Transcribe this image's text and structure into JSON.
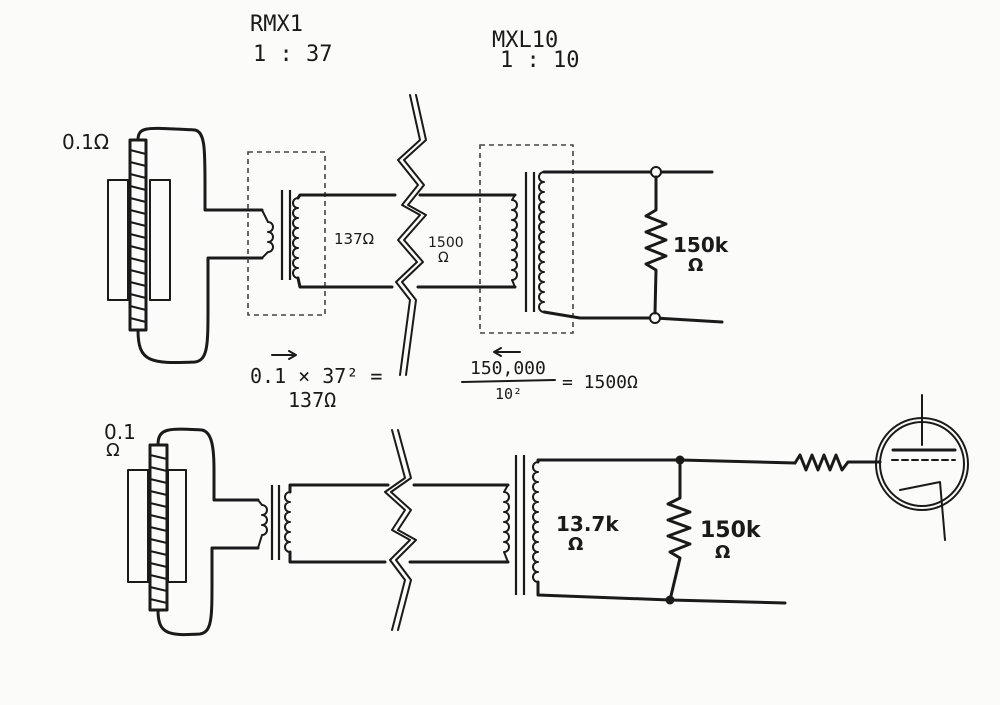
{
  "header": {
    "left_model": "RMX1",
    "left_ratio": "1 : 37",
    "right_model": "MXL10",
    "right_ratio": "1 : 10"
  },
  "top_circuit": {
    "ribbon_resistance": "0.1Ω",
    "primary_impedance": "137Ω",
    "secondary_impedance_value": "1500",
    "secondary_impedance_unit": "Ω",
    "load_value": "150k",
    "load_unit": "Ω",
    "formula_left_line1": "0.1 × 37² =",
    "formula_left_line2": "137Ω",
    "formula_right_numerator": "150,000",
    "formula_right_denominator": "10²",
    "formula_right_result": "= 1500Ω"
  },
  "bottom_circuit": {
    "ribbon_resistance_value": "0.1",
    "ribbon_resistance_unit": "Ω",
    "reflected_value": "13.7k",
    "reflected_unit": "Ω",
    "load_value": "150k",
    "load_unit": "Ω"
  },
  "colors": {
    "ink": "#1a1a1a",
    "paper": "#fbfbfa"
  }
}
